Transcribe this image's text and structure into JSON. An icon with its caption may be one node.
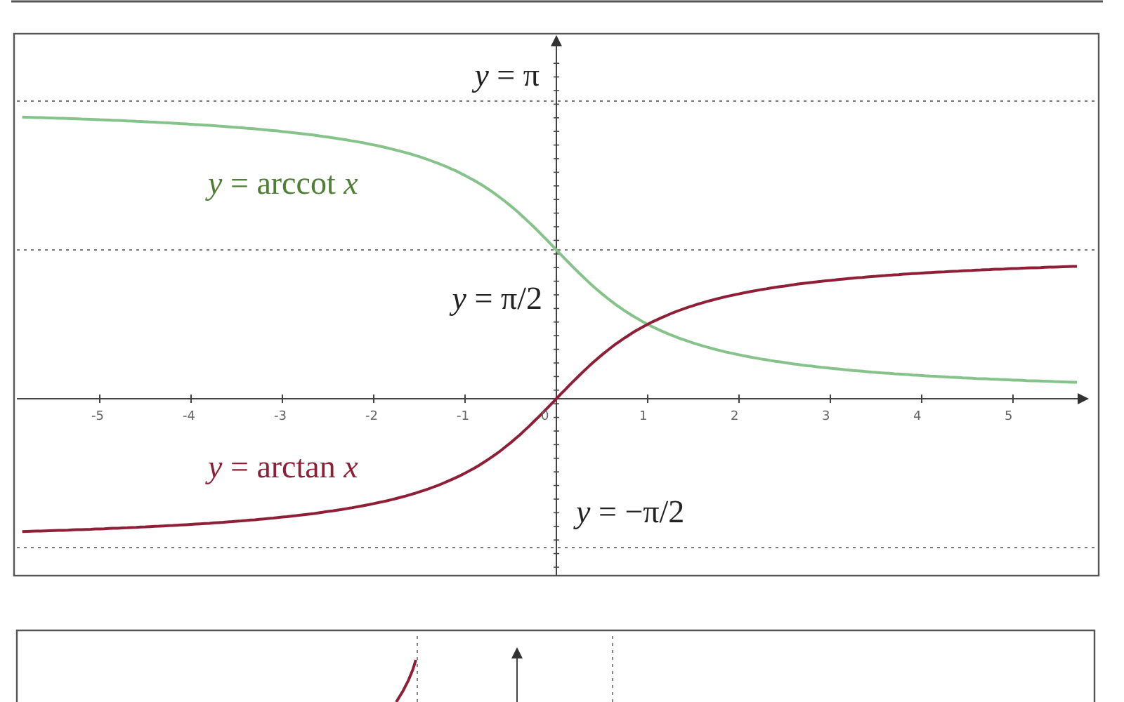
{
  "diagram": {
    "labels": [
      "*y* = π",
      "*y* = arccot *x*",
      "*y* = π/2",
      "-5",
      "-4",
      "-3",
      "-2",
      "-1",
      "0",
      "1",
      "2",
      "3",
      "4",
      "5",
      "*y* = arctan *x*",
      "*y* = −π/2"
    ]
  }
}
